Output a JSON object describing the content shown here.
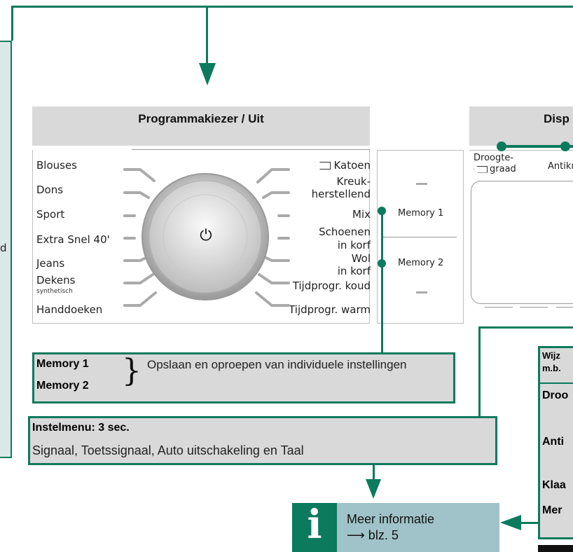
{
  "program_selector": {
    "title": "Programmakiezer / Uit",
    "left_programs": [
      {
        "label": "Blouses",
        "sub": ""
      },
      {
        "label": "Dons",
        "sub": ""
      },
      {
        "label": "Sport",
        "sub": ""
      },
      {
        "label": "Extra Snel 40'",
        "sub": ""
      },
      {
        "label": "Jeans",
        "sub": ""
      },
      {
        "label": "Dekens",
        "sub": "synthetisch"
      },
      {
        "label": "Handdoeken",
        "sub": ""
      }
    ],
    "right_programs": [
      {
        "label": "Katoen",
        "sub": ""
      },
      {
        "label": "Kreuk-",
        "sub": ""
      },
      {
        "label": "herstellend",
        "sub": ""
      },
      {
        "label": "Mix",
        "sub": ""
      },
      {
        "label": "Schoenen",
        "sub": "in korf"
      },
      {
        "label": "Wol",
        "sub": "in korf"
      },
      {
        "label": "Tijdprogr. koud",
        "sub": ""
      },
      {
        "label": "Tijdprogr. warm",
        "sub": ""
      }
    ],
    "power_symbol": "⏻"
  },
  "display": {
    "title_fragment": "Disp",
    "drying_label_1": "Droogte-",
    "drying_label_2": "graad",
    "anti_fragment": "Antikı"
  },
  "memory_panel": {
    "memory1": "Memory 1",
    "memory2": "Memory 2"
  },
  "memory_box": {
    "memory1": "Memory 1",
    "memory2": "Memory 2",
    "description": "Opslaan en oproepen van individuele instellingen"
  },
  "settings_box": {
    "title": "Instelmenu: 3 sec.",
    "text": "Signaal, Toetssignaal, Auto uitschakeling en Taal"
  },
  "info_box": {
    "icon": "i",
    "line1": "Meer informatie",
    "line2": "⟶ blz. 5"
  },
  "right_panel": {
    "row1a": "Wijz",
    "row1b": "m.b.",
    "row2": "Droo",
    "row3": "Anti",
    "row4": "Klaa",
    "row5": "Mer"
  },
  "left_panel_fragment": "d",
  "colors": {
    "accent": "#0c7a5c",
    "panel_gray": "#d9d9d9",
    "info_teal": "#9fc3c8",
    "left_panel": "#dbe9e6"
  }
}
